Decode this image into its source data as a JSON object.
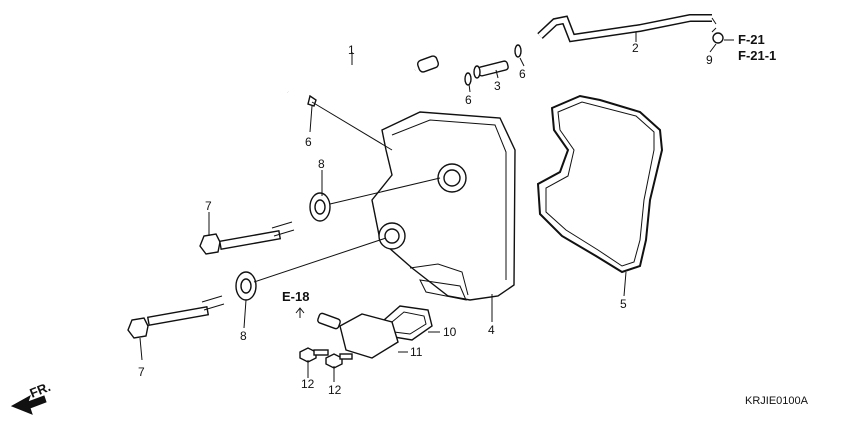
{
  "diagram": {
    "labels": {
      "p1": "1",
      "p2": "2",
      "p3": "3",
      "p4": "4",
      "p5": "5",
      "p6a": "6",
      "p6b": "6",
      "p6c": "6",
      "p7a": "7",
      "p7b": "7",
      "p8a": "8",
      "p8b": "8",
      "p9": "9",
      "p10": "10",
      "p11": "11",
      "p12a": "12",
      "p12b": "12"
    },
    "refs": {
      "f21": "F-21",
      "f211": "F-21-1",
      "e18": "E-18",
      "fr": "FR."
    },
    "code": "KRJIE0100A"
  }
}
